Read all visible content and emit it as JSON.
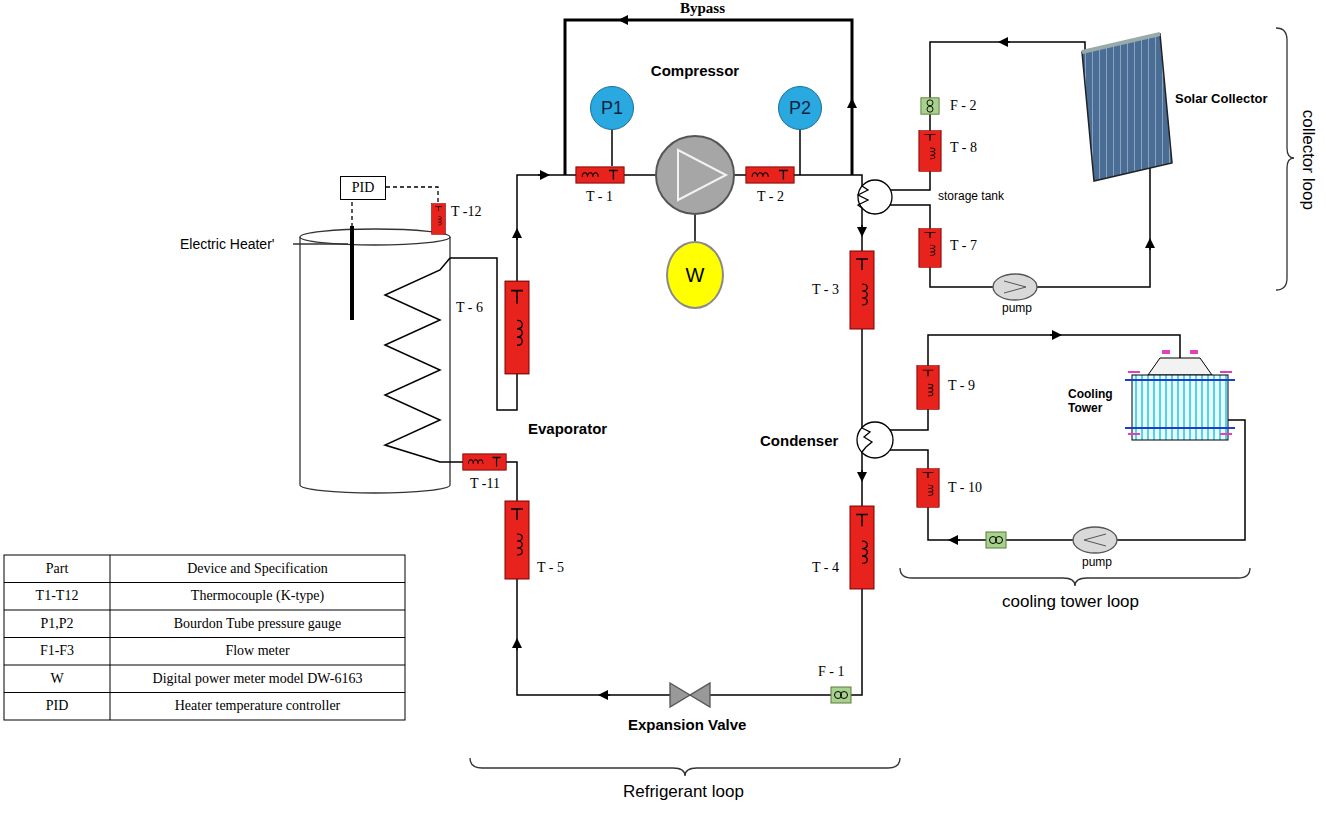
{
  "diagram": {
    "nodes": [
      {
        "text": [
          "Compressor"
        ]
      },
      {
        "text": [
          "P1"
        ]
      },
      {
        "text": [
          "P2"
        ]
      },
      {
        "text": [
          "PID"
        ]
      },
      {
        "text": [
          "W"
        ]
      }
    ],
    "edges": [
      {
        "from": 0,
        "to": 4,
        "arrow": "none"
      }
    ],
    "labels": [
      "Bypass",
      "F - 2",
      "T - 8",
      "Solar Collector",
      "collector loop",
      "T -12",
      "Electric Heater'",
      "T - 1",
      "T - 2",
      "storage tank",
      "T - 7",
      "pump",
      "T - 6",
      "T - 3",
      "T - 9",
      "Cooling Tower",
      "Evaporator",
      "Condenser",
      "T -11",
      "T - 10",
      "pump",
      "T - 5",
      "T - 4",
      "F - 1",
      "Expansion Valve",
      "Refrigerant loop",
      "cooling tower loop",
      "Part",
      "Device and Specification",
      "T1-T12",
      "Thermocouple (K-type)",
      "P1,P2",
      "Bourdon Tube pressure gauge",
      "F1-F3",
      "Flow meter",
      "W",
      "Digital power meter model DW-6163",
      "PID",
      "Heater temperature controller"
    ]
  }
}
